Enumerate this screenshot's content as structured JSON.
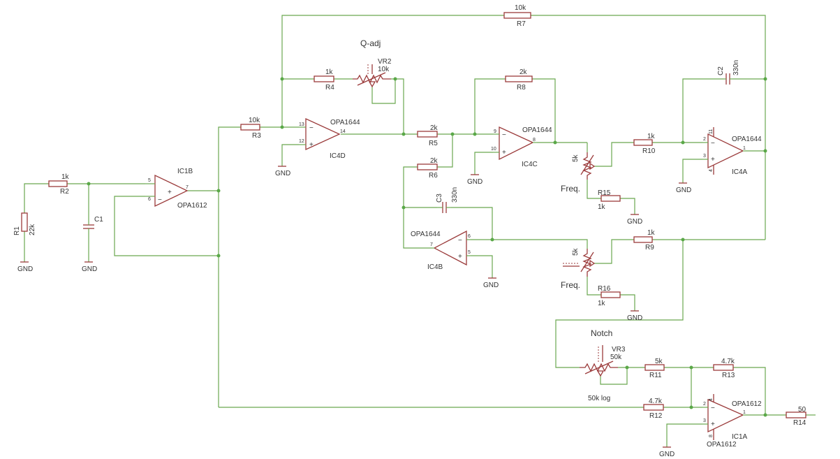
{
  "power_symbols": {
    "gnd": "GND"
  },
  "resistors": {
    "R1": {
      "name": "R1",
      "value": "22k"
    },
    "R2": {
      "name": "R2",
      "value": "1k"
    },
    "R3": {
      "name": "R3",
      "value": "10k"
    },
    "R4": {
      "name": "R4",
      "value": "1k"
    },
    "R5": {
      "name": "R5",
      "value": "2k"
    },
    "R6": {
      "name": "R6",
      "value": "2k"
    },
    "R7": {
      "name": "R7",
      "value": "10k"
    },
    "R8": {
      "name": "R8",
      "value": "2k"
    },
    "R9": {
      "name": "R9",
      "value": "1k"
    },
    "R10": {
      "name": "R10",
      "value": "1k"
    },
    "R11": {
      "name": "R11",
      "value": "5k"
    },
    "R12": {
      "name": "R12",
      "value": "4.7k"
    },
    "R13": {
      "name": "R13",
      "value": "4.7k"
    },
    "R14": {
      "name": "R14",
      "value": "50"
    },
    "R15": {
      "name": "R15",
      "value": "1k"
    },
    "R16": {
      "name": "R16",
      "value": "1k"
    }
  },
  "capacitors": {
    "C1": {
      "name": "C1",
      "value": ""
    },
    "C2": {
      "name": "C2",
      "value": "330n"
    },
    "C3": {
      "name": "C3",
      "value": "330n"
    }
  },
  "pots": {
    "VR2": {
      "name": "VR2",
      "value": "10k",
      "title": "Q-adj"
    },
    "VR3": {
      "name": "VR3",
      "value": "50k",
      "title": "Notch",
      "taper": "50k log"
    },
    "FA": {
      "value": "5k",
      "title": "Freq."
    },
    "FB": {
      "value": "5k",
      "title": "Freq."
    }
  },
  "opamps": {
    "IC1B": {
      "name": "IC1B",
      "part": "OPA1612",
      "pins": {
        "inv": "6",
        "noninv": "5",
        "out": "7"
      }
    },
    "IC4D": {
      "name": "IC4D",
      "part": "OPA1644",
      "pins": {
        "inv": "13",
        "noninv": "12",
        "out": "14"
      }
    },
    "IC4C": {
      "name": "IC4C",
      "part": "OPA1644",
      "pins": {
        "inv": "9",
        "noninv": "10",
        "out": "8"
      }
    },
    "IC4B": {
      "name": "IC4B",
      "part": "OPA1644",
      "pins": {
        "inv": "6",
        "noninv": "5",
        "out": "7"
      }
    },
    "IC4A": {
      "name": "IC4A",
      "part": "OPA1644",
      "pins": {
        "inv": "2",
        "noninv": "3",
        "out": "1",
        "vplus": "11",
        "vminus": "4"
      }
    },
    "IC1A": {
      "name": "IC1A",
      "part": "OPA1612",
      "part2": "OPA1612",
      "pins": {
        "inv": "2",
        "noninv": "3",
        "out": "1",
        "vplus": "4",
        "vminus": "8"
      }
    }
  }
}
